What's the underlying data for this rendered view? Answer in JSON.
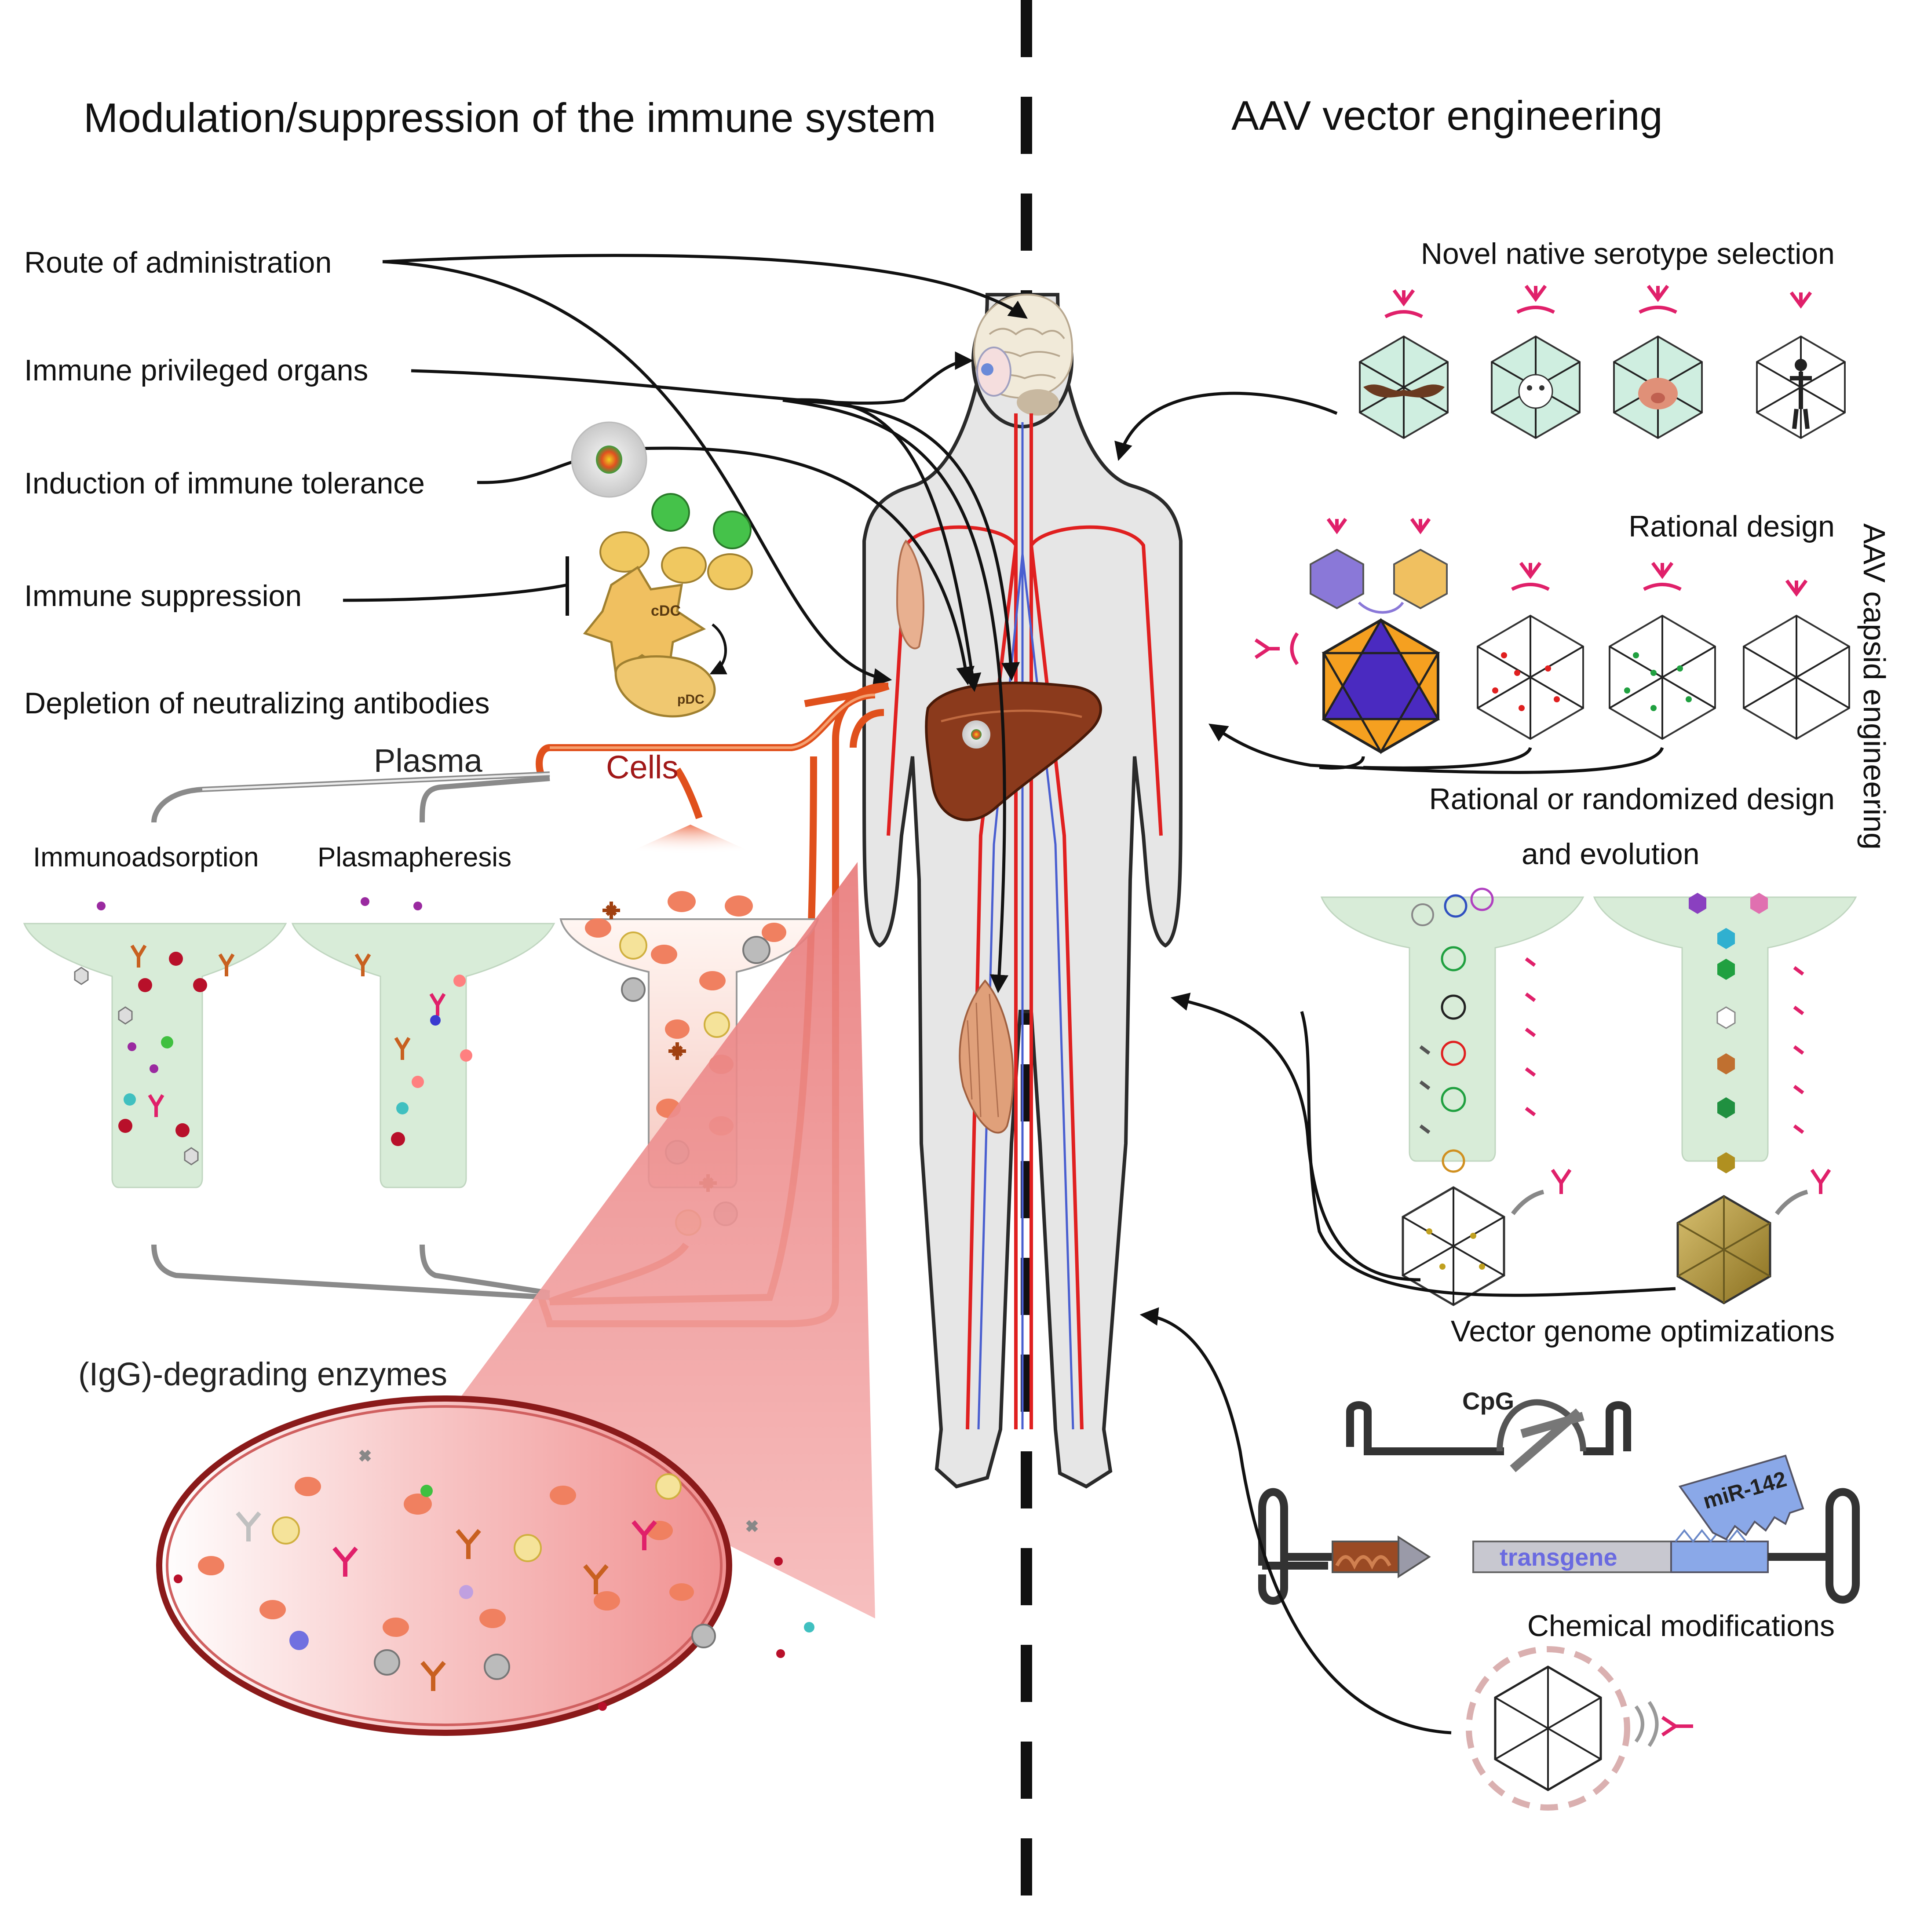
{
  "left_header": "Modulation/suppression of the immune system",
  "right_header": "AAV vector engineering",
  "side_label": "AAV capsid engineering",
  "left_labels": {
    "route": "Route of administration",
    "privileged": "Immune privileged organs",
    "tolerance": "Induction of immune tolerance",
    "suppression": "Immune suppression",
    "depletion": "Depletion of neutralizing antibodies"
  },
  "apheresis": {
    "plasma": "Plasma",
    "cells": "Cells",
    "immunoadsorption": "Immunoadsorption",
    "plasmapheresis": "Plasmapheresis"
  },
  "enzymes_label": "(IgG)-degrading enzymes",
  "cell_labels": {
    "cdc": "cDC",
    "pdc": "pDC"
  },
  "right_labels": {
    "novel": "Novel native serotype selection",
    "rational": "Rational design",
    "randomized_line1": "Rational or randomized design",
    "randomized_line2": "and evolution",
    "genome": "Vector genome optimizations",
    "chemical": "Chemical modifications"
  },
  "genome_tags": {
    "cpg": "CpG",
    "mir": "miR-142",
    "transgene": "transgene"
  },
  "colors": {
    "artery": "#e02020",
    "vein": "#4a5fd0",
    "liver": "#8b3a1c",
    "capsid_green": "#cfeee0",
    "tube_orange": "#e0501c",
    "magnifier": "#f4b0b0"
  }
}
